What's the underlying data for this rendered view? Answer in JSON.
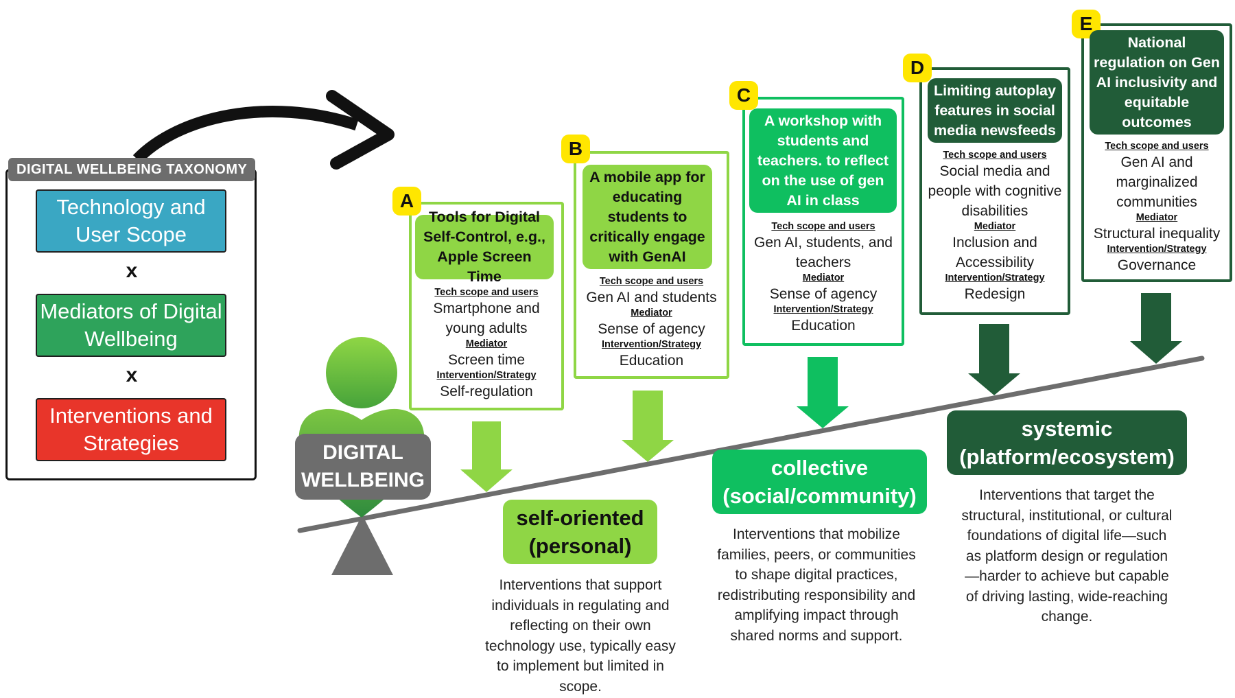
{
  "taxonomy": {
    "title": "DIGITAL WELLBEING TAXONOMY",
    "box1": "Technology and User Scope",
    "box2": "Mediators of Digital Wellbeing",
    "box3": "Interventions and Strategies",
    "times": "x"
  },
  "center_label": {
    "line1": "DIGITAL",
    "line2": "WELLBEING"
  },
  "field_labels": {
    "tech": "Tech scope and users",
    "mediator": "Mediator",
    "intervention": "Intervention/Strategy"
  },
  "cards": [
    {
      "badge": "A",
      "title": "Tools for Digital Self-Control, e.g., Apple Screen Time",
      "tech": "Smartphone and young adults",
      "mediator": "Screen time",
      "intervention": "Self-regulation"
    },
    {
      "badge": "B",
      "title": "A mobile app for educating students to critically engage with GenAI",
      "tech": "Gen AI and students",
      "mediator": "Sense of agency",
      "intervention": "Education"
    },
    {
      "badge": "C",
      "title": "A workshop with students and teachers. to reflect on the use of gen AI in class",
      "tech": "Gen AI, students, and teachers",
      "mediator": "Sense of agency",
      "intervention": "Education"
    },
    {
      "badge": "D",
      "title": "Limiting autoplay features in social media newsfeeds",
      "tech": "Social media and people with cognitive disabilities",
      "mediator": "Inclusion and Accessibility",
      "intervention": "Redesign"
    },
    {
      "badge": "E",
      "title": "National regulation on Gen AI inclusivity and equitable outcomes",
      "tech": "Gen AI and marginalized communities",
      "mediator": "Structural inequality",
      "intervention": "Governance"
    }
  ],
  "categories": [
    {
      "line1": "self-oriented",
      "line2": "(personal)",
      "description": "Interventions that support individuals in regulating and reflecting on their own technology use, typically easy to implement but limited in scope."
    },
    {
      "line1": "collective",
      "line2": "(social/community)",
      "description": "Interventions that mobilize families, peers, or communities to shape digital practices, redistributing responsibility and amplifying impact through shared norms and support."
    },
    {
      "line1": "systemic",
      "line2": "(platform/ecosystem)",
      "description": "Interventions that target the structural, institutional, or cultural foundations of digital life—such as platform design or regulation—harder to achieve but capable of driving lasting, wide-reaching change."
    }
  ],
  "colors": {
    "light_green": "#8fd645",
    "mid_green": "#0fbf60",
    "dark_green": "#215c38",
    "gray": "#6d6d6d",
    "badge_yellow": "#ffe600",
    "tech_blue": "#3aa7c3",
    "mediator_green": "#2ea35b",
    "intervention_red": "#e8352a"
  }
}
